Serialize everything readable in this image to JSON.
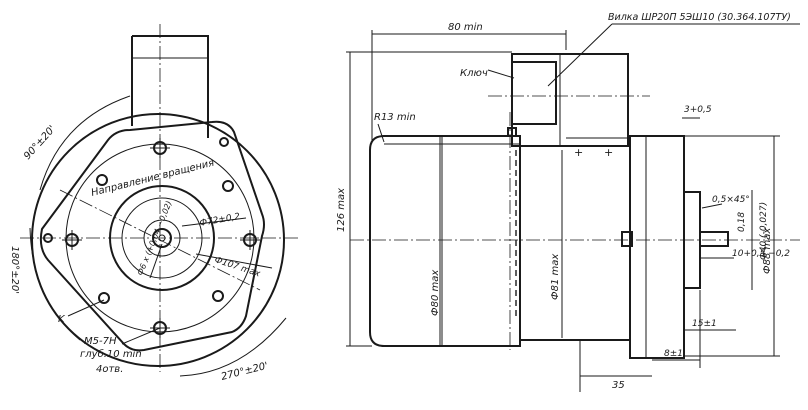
{
  "labels": {
    "connector": "Вилка ШР20П 5ЭШ10 (30.364.107ТУ)",
    "key": "Ключ",
    "r13": "R13 min",
    "len80": "80 min",
    "h126": "126 max",
    "d80": "Ф80 max",
    "d81": "Ф81 max",
    "d88": "Ф88 max",
    "d40": "Ф40 (-0,027)",
    "gap3": "3+0,5",
    "chamfer": "0,5×45°",
    "shaft018": "0,18",
    "len10": "10+0,5 −0,2",
    "len15": "15±1",
    "len35": "35",
    "len8": "8±1",
    "angle90": "90°±20'",
    "angle180": "180°±20'",
    "angle270": "270°±20'",
    "direction": "Направление вращения",
    "d72": "Ф72±0,2",
    "d107": "Ф107 max",
    "d6x": "Ф6 х (+0,04 −0,02)",
    "k": "K",
    "thread": "М5-7Н",
    "depth": "глуб.10 min",
    "holes": "4отв."
  }
}
